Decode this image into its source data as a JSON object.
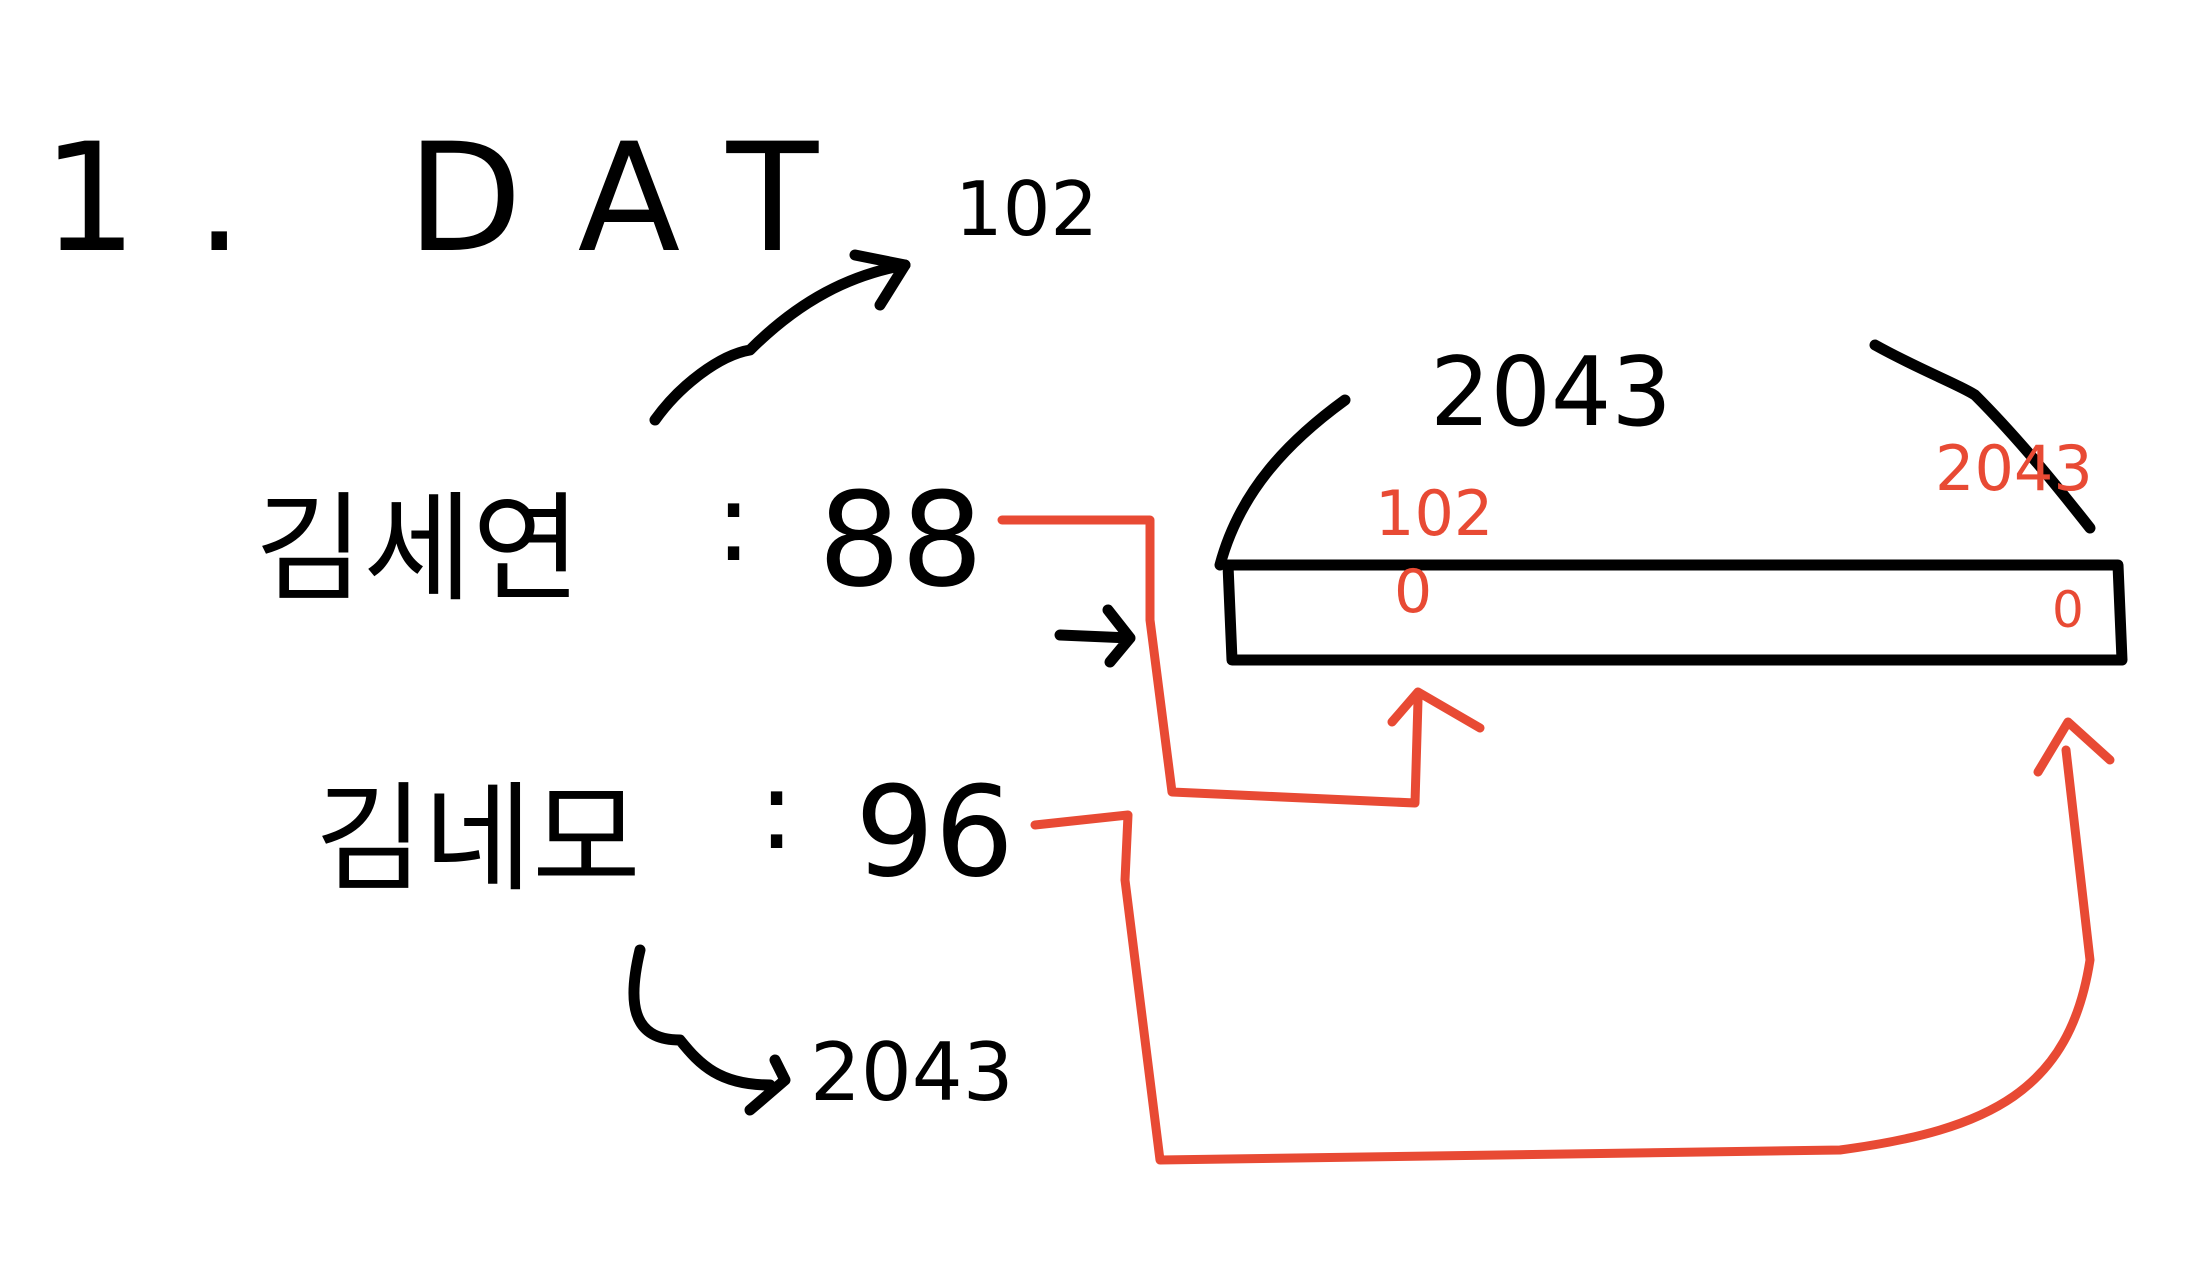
{
  "title": "1. DAT",
  "annotation_hash_a": "102",
  "annotation_hash_b": "2043",
  "entries": [
    {
      "name": "김세연",
      "separator": ":",
      "score": "88"
    },
    {
      "name": "김네모",
      "separator": ":",
      "score": "96"
    }
  ],
  "array": {
    "size_label": "2043",
    "marked_index_a": "102",
    "marked_index_b": "2043",
    "cell_value_a": "0",
    "cell_value_b": "0"
  },
  "colors": {
    "ink": "#000000",
    "highlight": "#e84a34",
    "background": "#ffffff"
  }
}
